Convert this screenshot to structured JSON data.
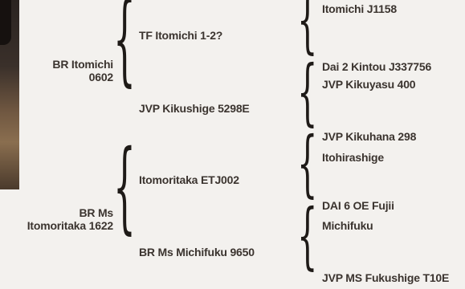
{
  "pedigree": {
    "sires": [
      {
        "name_lines": [
          "BR Itomichi",
          "0602"
        ],
        "parents": [
          {
            "name": "TF Itomichi 1-2?",
            "parents": [
              "Itomichi J1158",
              "Dai 2 Kintou J337756"
            ]
          },
          {
            "name": "JVP Kikushige 5298E",
            "parents": [
              "JVP Kikuyasu 400",
              "JVP Kikuhana 298"
            ]
          }
        ]
      },
      {
        "name_lines": [
          "BR Ms",
          "Itomoritaka 1622"
        ],
        "parents": [
          {
            "name": "Itomoritaka ETJ002",
            "parents": [
              "Itohirashige",
              "DAI 6 OE Fujii"
            ]
          },
          {
            "name": "BR Ms Michifuku 9650",
            "parents": [
              "Michifuku",
              "JVP MS Fukushige T10E"
            ]
          }
        ]
      }
    ]
  }
}
